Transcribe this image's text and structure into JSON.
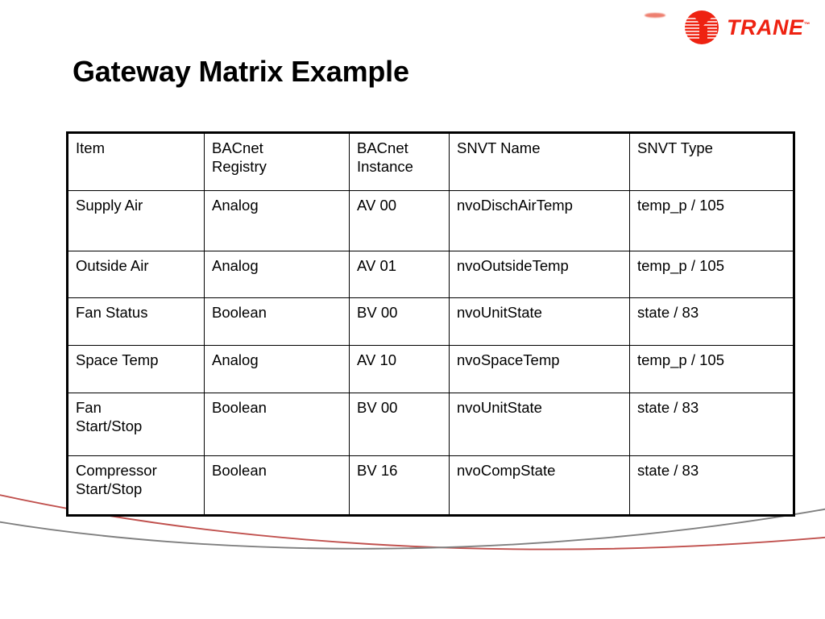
{
  "brand": {
    "name": "TRANE",
    "trademark": "™",
    "mark_color": "#ee2211",
    "logo_icon": "trane-circle-logo"
  },
  "title": "Gateway Matrix Example",
  "table": {
    "columns": [
      {
        "key": "item",
        "label": "Item"
      },
      {
        "key": "registry",
        "label": "BACnet Registry"
      },
      {
        "key": "instance",
        "label": "BACnet Instance"
      },
      {
        "key": "snvtname",
        "label": "SNVT Name"
      },
      {
        "key": "snvttype",
        "label": "SNVT Type"
      }
    ],
    "header": {
      "item": "Item",
      "registry_line1": "BACnet",
      "registry_line2": "Registry",
      "instance_line1": "BACnet",
      "instance_line2": "Instance",
      "snvtname": "SNVT Name",
      "snvttype": "SNVT Type"
    },
    "rows": [
      {
        "item": "Supply Air",
        "registry": "Analog",
        "instance": "AV 00",
        "snvtname": "nvoDischAirTemp",
        "snvttype": "temp_p / 105"
      },
      {
        "item": "Outside Air",
        "registry": "Analog",
        "instance": "AV 01",
        "snvtname": "nvoOutsideTemp",
        "snvttype": "temp_p / 105"
      },
      {
        "item": "Fan Status",
        "registry": "Boolean",
        "instance": "BV 00",
        "snvtname": "nvoUnitState",
        "snvttype": "state / 83"
      },
      {
        "item": "Space Temp",
        "registry": "Analog",
        "instance": "AV 10",
        "snvtname": "nvoSpaceTemp",
        "snvttype": "temp_p / 105"
      },
      {
        "item": "Fan Start/Stop",
        "item_line1": "Fan",
        "item_line2": "Start/Stop",
        "registry": "Boolean",
        "instance": "BV 00",
        "snvtname": "nvoUnitState",
        "snvttype": "state / 83"
      },
      {
        "item": "Compressor Start/Stop",
        "item_line1": "Compressor",
        "item_line2": "Start/Stop",
        "registry": "Boolean",
        "instance": "BV 16",
        "snvtname": "nvoCompState",
        "snvttype": "state / 83"
      }
    ]
  },
  "decor": {
    "curve_red_color": "#c0504d",
    "curve_gray_color": "#7f7f7f"
  }
}
